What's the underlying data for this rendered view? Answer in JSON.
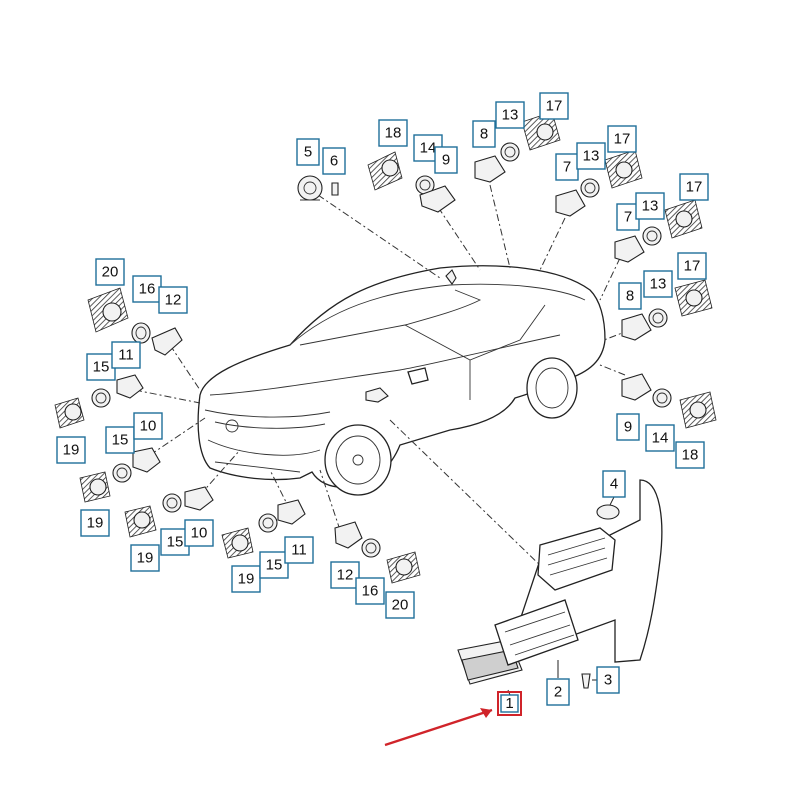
{
  "labels": {
    "l1": "1",
    "l2": "2",
    "l3": "3",
    "l4": "4",
    "l5": "5",
    "l6": "6",
    "l7": "7",
    "l8": "8",
    "l9": "9",
    "l10": "10",
    "l11": "11",
    "l12": "12",
    "l13": "13",
    "l14": "14",
    "l15": "15",
    "l16": "16",
    "l17": "17",
    "l18": "18",
    "l19": "19",
    "l20": "20"
  },
  "colors": {
    "callout_border": "#1f6f9a",
    "highlight_arrow": "#d0242a"
  }
}
